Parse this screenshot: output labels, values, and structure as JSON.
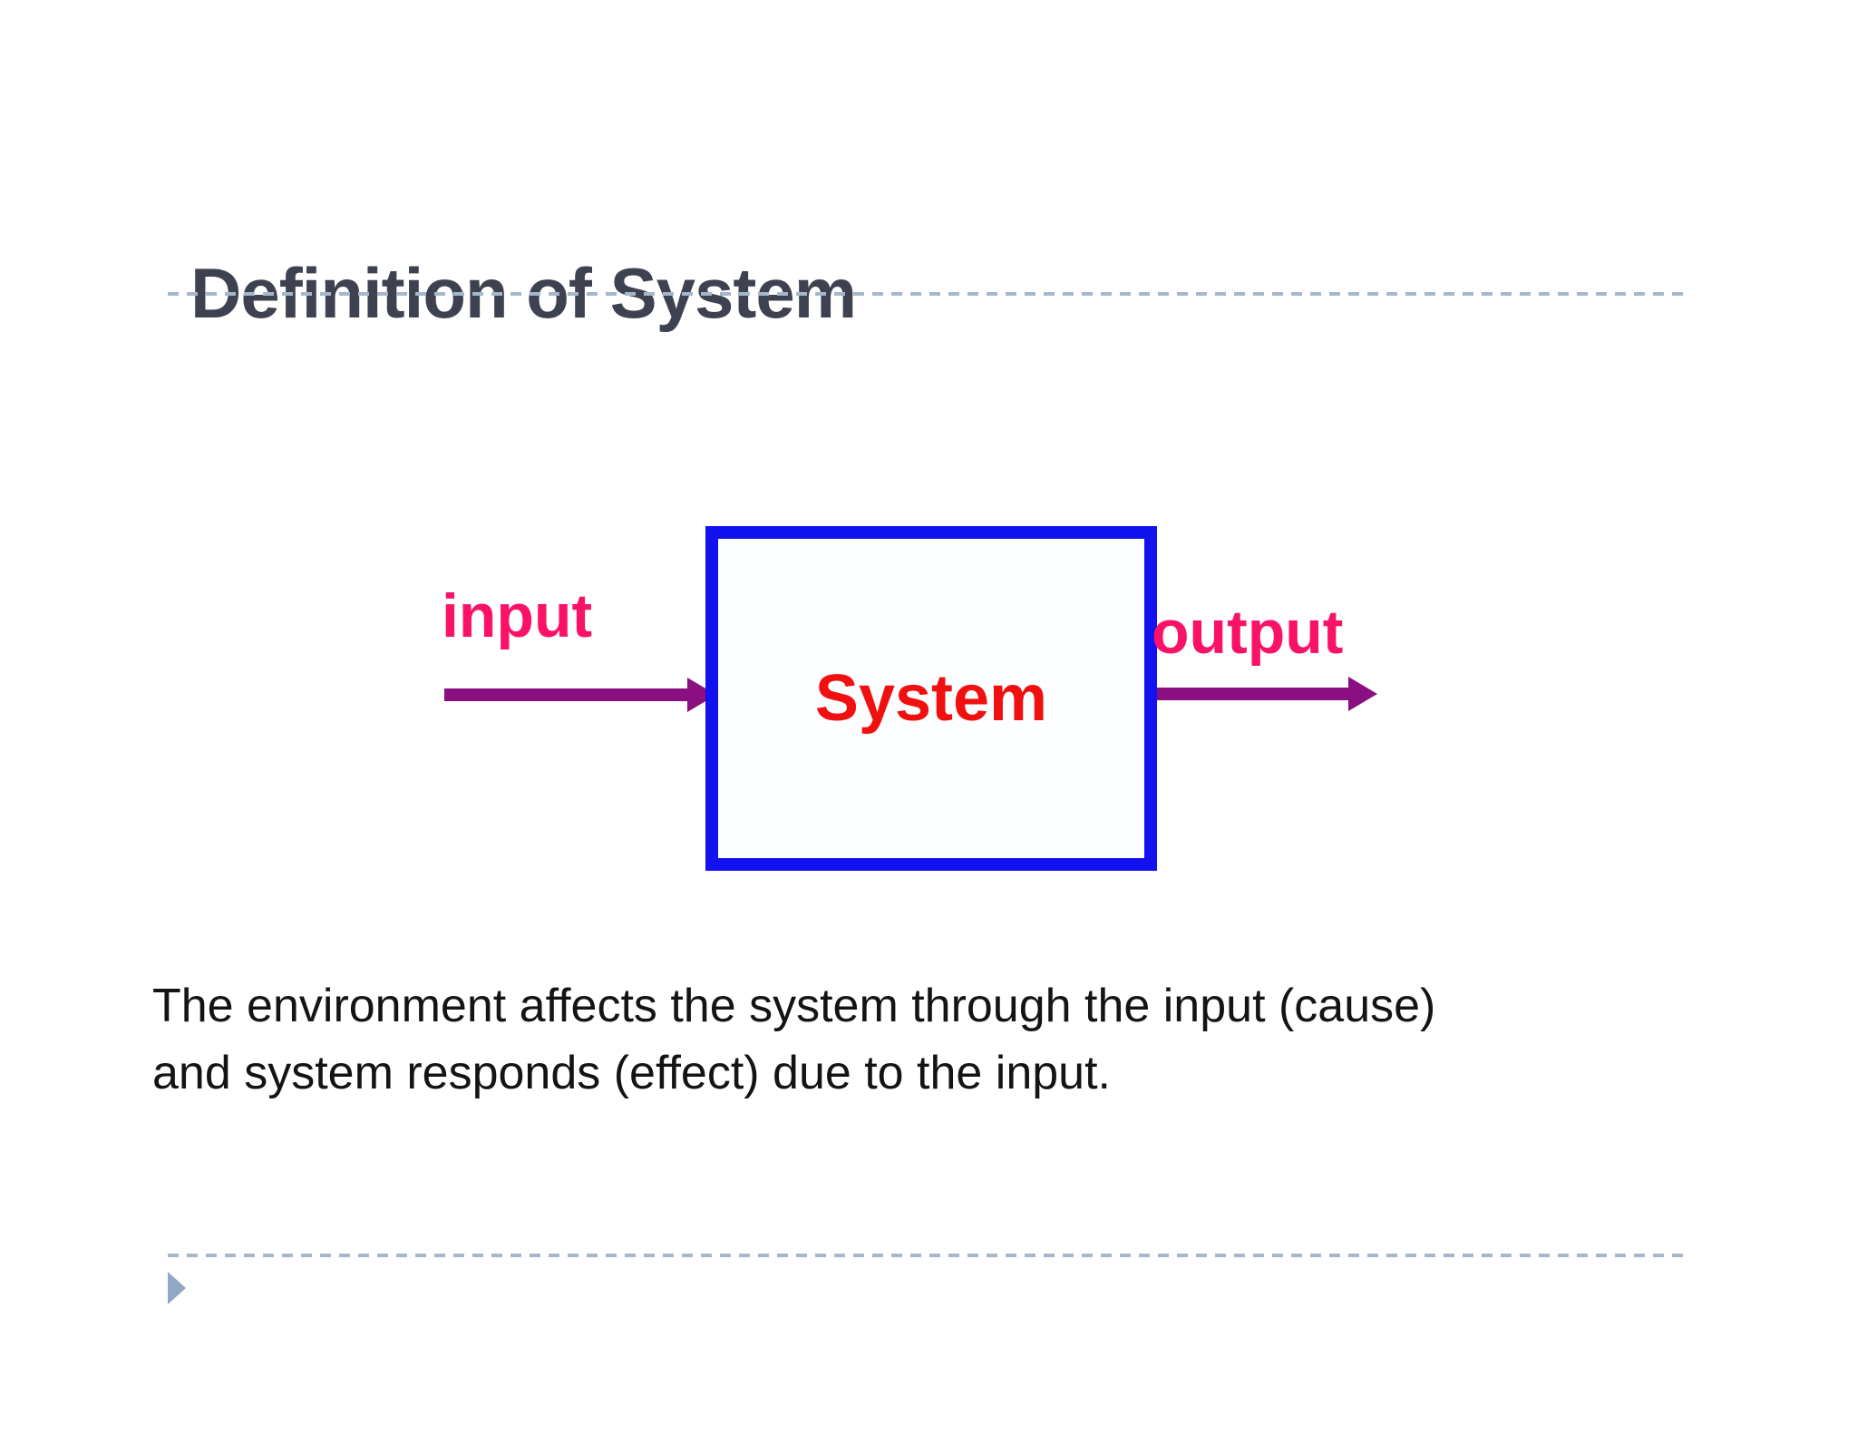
{
  "slide": {
    "title": "Definition of System",
    "diagram": {
      "input_label": "input",
      "output_label": "output",
      "box_label": "System"
    },
    "body": {
      "line1": "The environment affects the system through the input (cause)",
      "line2": "and system responds (effect) due to the input."
    },
    "colors": {
      "title_text": "#3e4150",
      "body_text": "#141414",
      "box_border": "#1212ee",
      "box_fill": "#fdfeff",
      "box_label_text": "#f01010",
      "io_label_text": "#fa1168",
      "arrow": "#8a0f80",
      "divider_dashes": "#a4b8cc",
      "footer_triangle": "#90a7c5"
    }
  }
}
